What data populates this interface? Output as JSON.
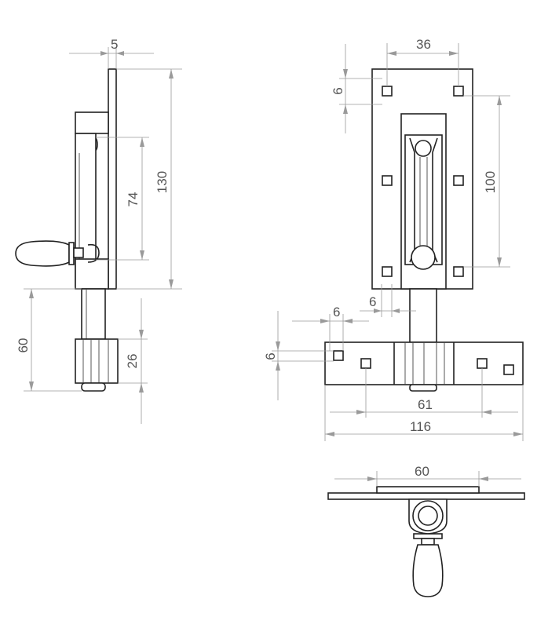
{
  "dimensions": {
    "side_thickness": "5",
    "side_height": "130",
    "side_hole_spacing": "74",
    "side_bolt_travel": "60",
    "side_keeper_height": "26",
    "front_width": "36",
    "front_edge_offset": "6",
    "front_hole_spacing": "100",
    "front_bottom_offset": "6",
    "keeper_edge_offset_x": "6",
    "keeper_edge_offset_y": "6",
    "keeper_hole_spacing": "61",
    "keeper_width": "116",
    "top_width": "60"
  }
}
